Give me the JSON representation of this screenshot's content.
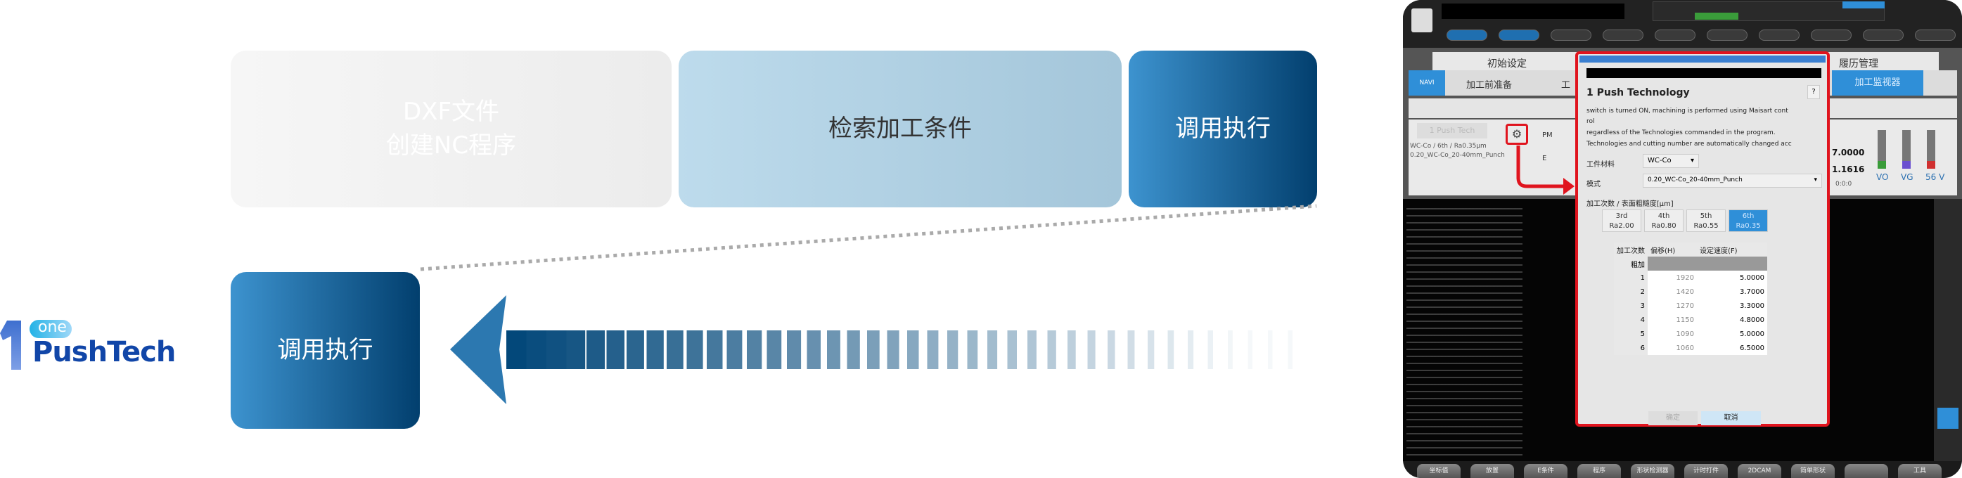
{
  "flow": {
    "step1_line1": "DXF文件",
    "step1_line2": "创建NC程序",
    "step2": "检索加工条件",
    "step3": "调用执行",
    "result": "调用执行"
  },
  "logo": {
    "one": "one",
    "name": "PushTech",
    "digit": "1"
  },
  "colors": {
    "accent": "#2f7fb8",
    "dark_blue": "#023f6e",
    "highlight_red": "#e0141e"
  },
  "screen": {
    "nav_buttons": [
      "",
      "",
      "",
      "",
      "",
      "",
      "",
      "",
      "",
      ""
    ],
    "tabs": {
      "initial": "初始设定",
      "prep": "加工前准备",
      "step": "工",
      "history": "履历管理",
      "active": "加工监视器",
      "navi": "NAVI"
    },
    "push_tech_button": "1 Push Tech",
    "condition_line1": "WC-Co / 6th / Ra0.35μm",
    "condition_line2": "0.20_WC-Co_20-40mm_Punch",
    "readout1": "7.0000",
    "readout2": "1.1616",
    "readout3": "0:0:0",
    "pm_label": "PM",
    "e_label": "E",
    "meters": [
      "VO",
      "VG",
      "56 V"
    ],
    "bottom_buttons": [
      "坐标值",
      "放置",
      "E条件",
      "程序",
      "形状检测器",
      "计时打件",
      "2DCAM",
      "简单形状",
      "",
      "工具"
    ],
    "dialog": {
      "title": "1 Push Technology",
      "help": "?",
      "desc": [
        "switch is turned ON, machining is performed using Maisart cont",
        "rol",
        "regardless of the Technologies commanded in the program.",
        "Technologies and cutting number are automatically changed acc"
      ],
      "material_label": "工件材料",
      "material_value": "WC-Co",
      "mode_label": "模式",
      "mode_value": "0.20_WC-Co_20-40mm_Punch",
      "passes_label": "加工次数 / 表面粗糙度[μm]",
      "ra_tabs": [
        {
          "n": "3rd",
          "ra": "Ra2.00"
        },
        {
          "n": "4th",
          "ra": "Ra0.80"
        },
        {
          "n": "5th",
          "ra": "Ra0.55"
        },
        {
          "n": "6th",
          "ra": "Ra0.35"
        }
      ],
      "table_headers": [
        "加工次数",
        "偏移(H)",
        "设定速度(F)"
      ],
      "first_row": "粗加",
      "rows": [
        [
          "1",
          "1920",
          "5.0000"
        ],
        [
          "2",
          "1420",
          "3.7000"
        ],
        [
          "3",
          "1270",
          "3.3000"
        ],
        [
          "4",
          "1150",
          "4.8000"
        ],
        [
          "5",
          "1090",
          "5.0000"
        ],
        [
          "6",
          "1060",
          "6.5000"
        ]
      ],
      "ok": "确定",
      "cancel": "取消"
    }
  }
}
